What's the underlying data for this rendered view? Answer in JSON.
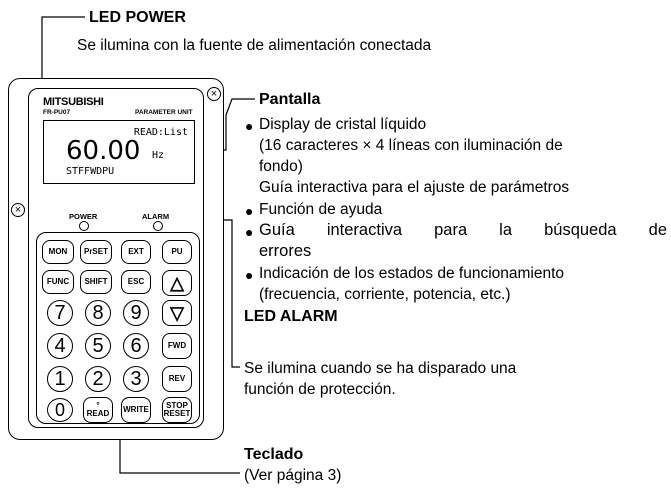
{
  "callouts": {
    "power": {
      "title": "LED POWER",
      "desc": "Se ilumina con la fuente de alimentación conectada"
    },
    "display": {
      "title": "Pantalla",
      "items": [
        {
          "lines": [
            "Display de cristal líquido",
            "(16 caracteres × 4 líneas con iluminación de",
            "fondo)",
            "Guía interactiva para el ajuste de parámetros"
          ]
        },
        {
          "lines": [
            "Función de ayuda"
          ]
        },
        {
          "lines": [
            "Guía interactiva para la búsqueda de",
            "errores"
          ]
        },
        {
          "lines": [
            "Indicación de los estados de funcionamiento",
            "(frecuencia, corriente, potencia, etc.)"
          ]
        }
      ]
    },
    "alarm": {
      "title": "LED ALARM",
      "desc": [
        "Se ilumina cuando se ha disparado una",
        "función de protección."
      ]
    },
    "keypad": {
      "title": "Teclado",
      "desc": "(Ver página 3)"
    }
  },
  "device": {
    "brand": "MITSUBISHI",
    "model": "FR-PU07",
    "unit_label": "PARAMETER UNIT",
    "lcd": {
      "line1": "READ:List",
      "value": "60.00",
      "unit": "Hz",
      "line3": "STFFWDPU"
    },
    "led_power": "POWER",
    "led_alarm": "ALARM",
    "keys": {
      "mon": "MON",
      "pset": "PrSET",
      "ext": "EXT",
      "pu": "PU",
      "func": "FUNC",
      "shift": "SHIFT",
      "esc": "ESC",
      "fwd": "FWD",
      "rev": "REV",
      "write": "WRITE",
      "read_dot": "°",
      "read": "READ",
      "stop": "STOP",
      "reset": "RESET",
      "up": "△",
      "down": "▽"
    },
    "numbers": [
      "7",
      "8",
      "9",
      "4",
      "5",
      "6",
      "1",
      "2",
      "3",
      "0"
    ]
  }
}
